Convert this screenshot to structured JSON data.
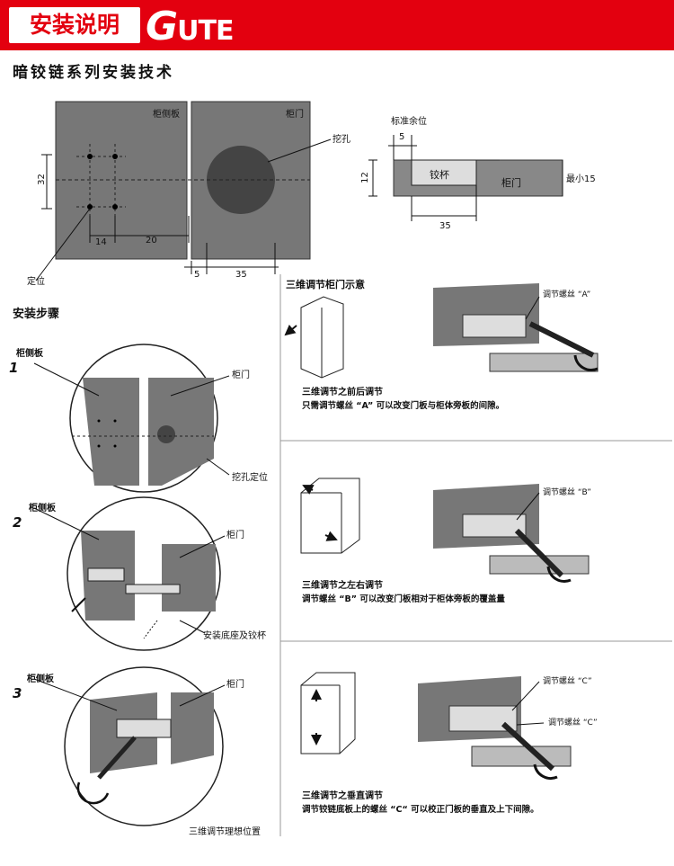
{
  "header": {
    "title": "安装说明",
    "logo": "GUTE"
  },
  "subtitle": "暗铰链系列安装技术",
  "drilling": {
    "side_panel": "柜侧板",
    "door": "柜门",
    "hole": "挖孔",
    "dims": {
      "d32": "32",
      "d14": "14",
      "d20": "20",
      "d5": "5",
      "d35": "35"
    },
    "position": "定位"
  },
  "profile": {
    "standard_margin": "标准余位",
    "d5": "5",
    "d12": "12",
    "cup": "铰杯",
    "door": "柜门",
    "min": "最小15",
    "d35": "35"
  },
  "steps": {
    "title": "安装步骤",
    "s1": {
      "num": "1",
      "side_panel": "柜侧板",
      "door": "柜门",
      "caption": "挖孔定位"
    },
    "s2": {
      "num": "2",
      "side_panel": "柜侧板",
      "door": "柜门",
      "caption": "安装底座及铰杯"
    },
    "s3": {
      "num": "3",
      "side_panel": "柜侧板",
      "door": "柜门",
      "caption": "三维调节理想位置"
    }
  },
  "adjust": {
    "title": "三维调节柜门示意",
    "a": {
      "screw": "调节螺丝 “A”",
      "title": "三维调节之前后调节",
      "desc": "只需调节螺丝 “A” 可以改变门板与柜体旁板的间隙。"
    },
    "b": {
      "screw": "调节螺丝 “B”",
      "title": "三维调节之左右调节",
      "desc": "调节螺丝 “B” 可以改变门板相对于柜体旁板的覆盖量"
    },
    "c": {
      "screw1": "调节螺丝 “C”",
      "screw2": "调节螺丝 “C”",
      "title": "三维调节之垂直调节",
      "desc": "调节铰链底板上的螺丝 “C“ 可以校正门板的垂直及上下间隙。"
    }
  }
}
